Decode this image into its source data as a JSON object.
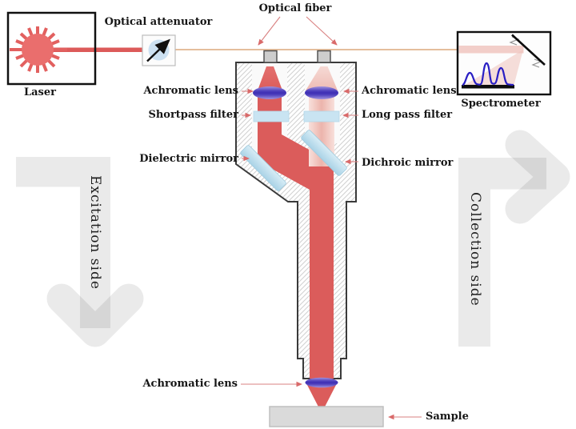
{
  "figure": {
    "components": {
      "laser": "Laser",
      "optical_attenuator": "Optical attenuator",
      "optical_fiber": "Optical fiber",
      "spectrometer": "Spectrometer",
      "achromatic_lens_left": "Achromatic lens",
      "achromatic_lens_right": "Achromatic lens",
      "achromatic_lens_bottom": "Achromatic lens",
      "shortpass_filter": "Shortpass filter",
      "long_pass_filter": "Long pass filter",
      "dielectric_mirror": "Dielectric mirror",
      "dichroic_mirror": "Dichroic mirror",
      "sample": "Sample"
    },
    "sides": {
      "excitation": "Excitation side",
      "collection": "Collection side"
    },
    "colors": {
      "excitation_beam": "#db5c5b",
      "collection_beam": "#efc0ba",
      "lens_purple": "#3d2eb4",
      "filter_blue": "#c9e4f2",
      "mirror_blue": "#aed6e8",
      "fiber_tan": "#dca87c",
      "outline_dark": "#111111",
      "annotation_arrow": "#d96a6a",
      "spectrum_blue": "#2a1fc4",
      "side_arrow_gray": "#e9e9e9",
      "sample_gray": "#dadada"
    }
  }
}
